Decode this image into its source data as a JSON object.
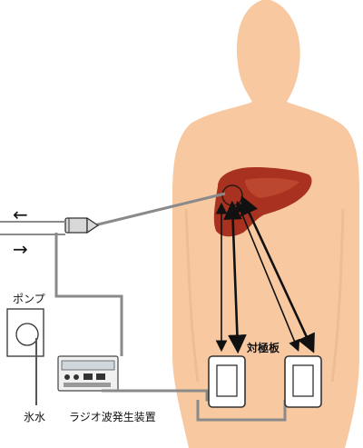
{
  "labels": {
    "pump": "ポンプ",
    "ice_water": "氷水",
    "rf_generator": "ラジオ波発生装置",
    "counter_plates": "対極板"
  },
  "arrows": {
    "outflow": "←",
    "inflow": "→"
  },
  "colors": {
    "skin": "#f8c9a0",
    "liver": "#a8321f",
    "liver_highlight": "#c8553a",
    "tube": "#8a8a8a",
    "wire": "#555555"
  }
}
